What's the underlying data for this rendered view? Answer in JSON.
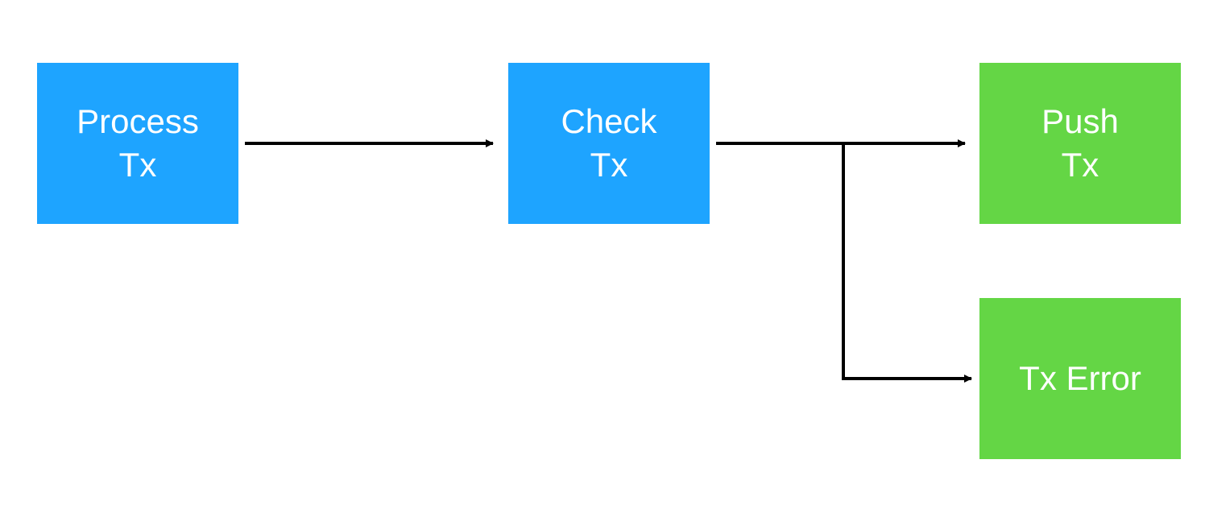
{
  "colors": {
    "process_fill": "#1ea4ff",
    "result_fill": "#64d645",
    "connector": "#000000"
  },
  "nodes": {
    "process_tx": {
      "label": "Process\nTx"
    },
    "check_tx": {
      "label": "Check\nTx"
    },
    "push_tx": {
      "label": "Push\nTx"
    },
    "tx_error": {
      "label": "Tx Error"
    }
  },
  "edges": [
    {
      "from": "Process Tx",
      "to": "Check Tx"
    },
    {
      "from": "Check Tx",
      "to": "Push Tx"
    },
    {
      "from": "Check Tx",
      "to": "Tx Error"
    }
  ]
}
